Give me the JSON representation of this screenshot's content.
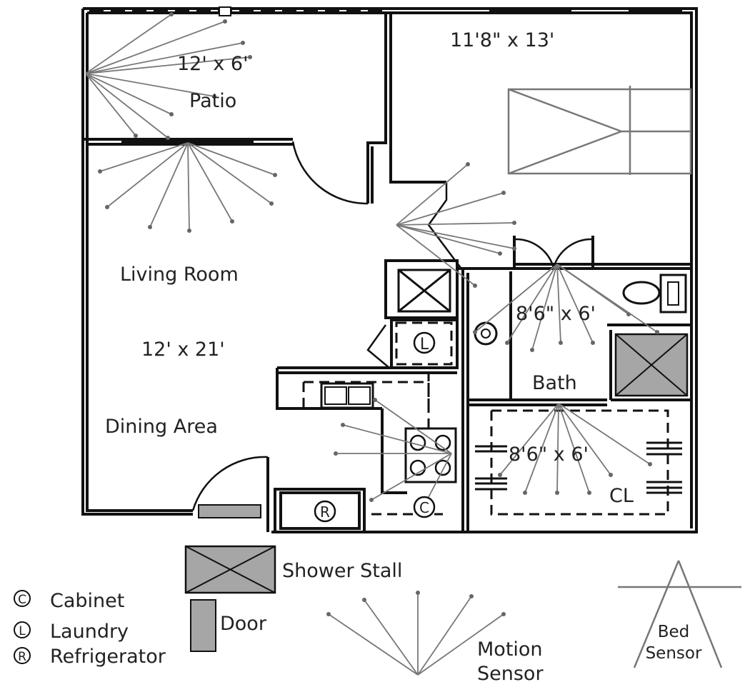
{
  "rooms": {
    "patio": {
      "name": "Patio",
      "size": "12' x 6'"
    },
    "bedroom": {
      "size": "11'8\" x 13'"
    },
    "living": {
      "name": "Living Room",
      "size": "12' x 21'"
    },
    "dining": {
      "name": "Dining Area"
    },
    "bath": {
      "name": "Bath",
      "size": "8'6\" x 6'"
    },
    "closet": {
      "name": "CL",
      "size": "8'6\" x 6'"
    }
  },
  "fixtures": {
    "laundry_mark": "L",
    "refrigerator_mark": "R",
    "cabinet_mark": "C"
  },
  "legend": {
    "shower_stall": "Shower Stall",
    "door": "Door",
    "cabinet": "Cabinet",
    "laundry": "Laundry",
    "refrigerator": "Refrigerator",
    "cabinet_symbol": "C",
    "laundry_symbol": "L",
    "refrigerator_symbol": "R",
    "motion_sensor": [
      "Motion",
      "Sensor"
    ],
    "bed_sensor": [
      "Bed",
      "Sensor"
    ]
  },
  "colors": {
    "wall": "#111111",
    "sensor_ray": "#777777",
    "fill_gray": "#a6a6a6"
  }
}
